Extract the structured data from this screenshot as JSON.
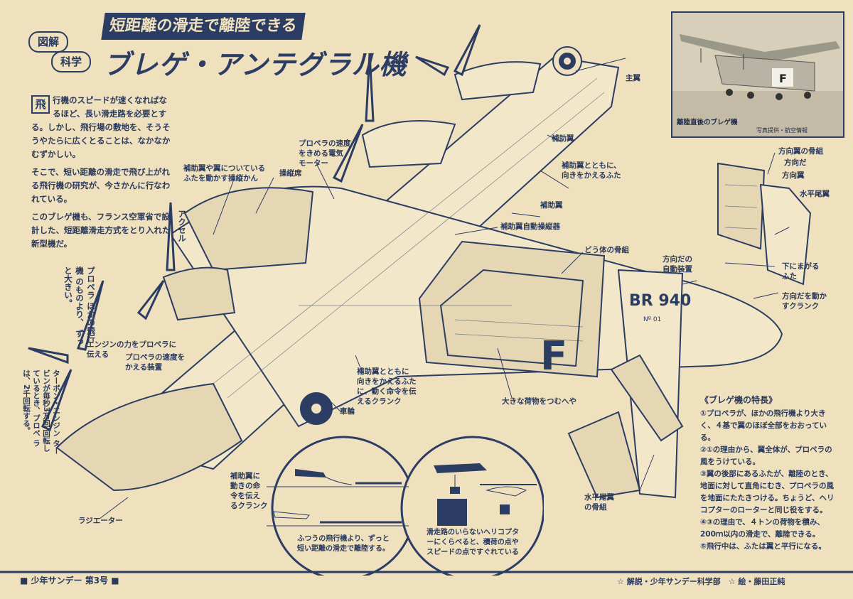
{
  "header": {
    "kicker": "短距離の滑走で離陸できる",
    "title": "ブレゲ・アンテグラル機",
    "badge_top": "図解",
    "badge_bottom": "科学"
  },
  "intro": {
    "dropcap": "飛",
    "p1": "行機のスピードが速くなればなるほど、長い滑走路を必要とする。しかし、飛行場の敷地を、そうそうやたらに広くとることは、なかなかむずかしい。",
    "p2": "そこで、短い距離の滑走で飛び上がれる飛行機の研究が、今さかんに行なわれている。",
    "p3": "このブレゲ機も、フランス空軍省で設計した、短距離滑走方式をとり入れた新型機だ。"
  },
  "photo": {
    "caption": "離陸直後のブレゲ機",
    "credit": "写真提供・航空情報"
  },
  "labels": {
    "main_wing": "主翼",
    "prop_motor": "プロペラの速度\nをきめる電気\nモーター",
    "aux_lever": "補助翼や翼についている\nふたを動かす操縦かん",
    "cockpit": "操縦席",
    "accel": "アクセル",
    "aux_wing1": "補助翼",
    "aux_cover": "補助翼とともに、\n向きをかえるふた",
    "aux_wing2": "補助翼",
    "aux_autopilot": "補助翼自動操縦器",
    "body_frame": "どう体の骨組",
    "rudder_frame": "方向翼の骨組",
    "rudder": "方向だ",
    "vert_wing": "方向翼",
    "tailplane": "水平尾翼",
    "rudder_auto": "方向だの\n自動装置",
    "bend_cover": "下にまがる\nふた",
    "rudder_crank": "方向だを動か\nすクランク",
    "propeller_v": "プロペラ\nほかの飛行機\nのものより、\nずっと大きい。",
    "engine_power": "エンジンの力をプロペラに\n伝える",
    "prop_speed": "プロペラの速度を\nかえる装置",
    "aux_crank": "補助翼とともに\n向きをかえるふた\nに、動く命令を伝\nえるクランク",
    "wheel": "車輪",
    "cargo": "大きな荷物をつむへや",
    "turbine_v": "ターボン・エンジン\nタービンが毎秒3万回\n回転しているとき、プロペ\nラは、2千回転する。",
    "aux_crank2": "補助翼に\n動きの命\n令を伝え\nるクランク",
    "radiator": "ラジエーター",
    "tail_frame": "水平尾翼\nの骨組",
    "reg": "BR 940",
    "reg_small": "Nº 01",
    "letter": "F"
  },
  "circles": {
    "left": "ふつうの飛行機より、ずっと\n短い距離の滑走で離陸する。",
    "right": "滑走路のいらないヘリコプタ\nーにくらべると、積荷の点や\nスピードの点ですぐれている"
  },
  "features": {
    "heading": "《ブレゲ機の特長》",
    "items": [
      "①プロペラが、ほかの飛行機より大きく、４基で翼のほぼ全部をおおっている。",
      "②①の理由から、翼全体が、プロペラの風をうけている。",
      "③翼の後部にあるふたが、離陸のとき、地面に対して直角にむき、プロペラの風を地面にたたきつける。ちょうど、ヘリコプターのローターと同じ役をする。",
      "④③の理由で、４トンの荷物を積み、200ｍ以内の滑走で、離陸できる。",
      "⑤飛行中は、ふたは翼と平行になる。"
    ]
  },
  "footer": {
    "left": "■ 少年サンデー 第3号 ■",
    "right": "☆ 解説・少年サンデー科学部　☆ 絵・藤田正純"
  },
  "colors": {
    "paper": "#efe0be",
    "ink": "#2c3d63"
  }
}
